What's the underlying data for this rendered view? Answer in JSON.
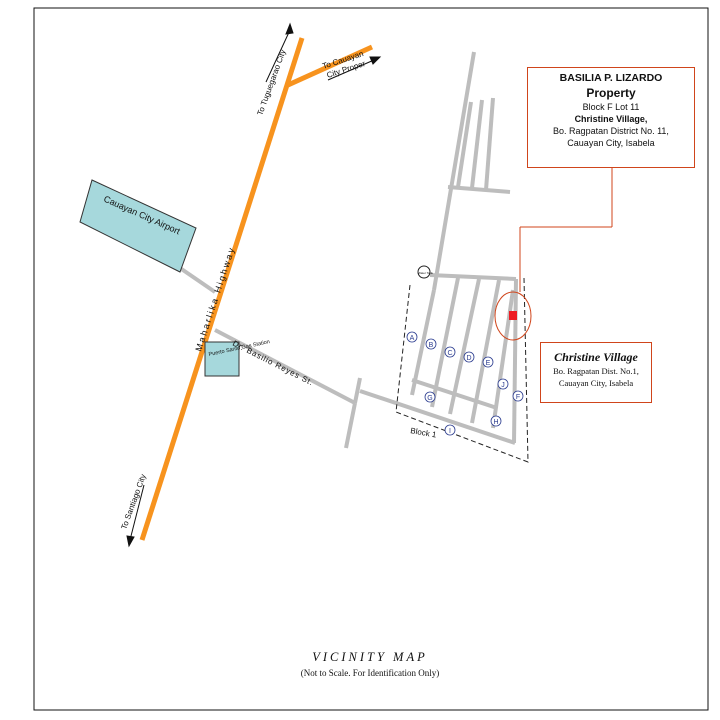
{
  "property_box": {
    "owner": "BASILIA P. LIZARDO",
    "heading": "Property",
    "lot": "Block F Lot 11",
    "village": "Christine Village,",
    "address_line1": "Bo. Ragpatan District No. 11,",
    "address_line2": "Cauayan City, Isabela"
  },
  "village_box": {
    "name": "Christine Village",
    "address_line1": "Bo. Ragpatan Dist. No.1,",
    "address_line2": "Cauayan City, Isabela"
  },
  "caption": {
    "title": "VICINITY MAP",
    "subtitle": "(Not to Scale. For Identification Only)"
  },
  "road_labels": {
    "highway": "Maharlika Highway",
    "to_tuguegarao": "To Tuguegarao City",
    "to_cauayan": "To Cauayan City Proper",
    "to_santiago": "To Santiago City",
    "street": "Dr. Basilio Reyes St."
  },
  "places": {
    "airport": "Cauayan City Airport",
    "gas_station": "Puerto Santo Gas Station",
    "water_tank": "Water Tank",
    "block": "Block 1"
  },
  "block_markers": [
    "A",
    "B",
    "C",
    "D",
    "E",
    "F",
    "G",
    "H",
    "I",
    "J"
  ],
  "colors": {
    "highway": "#f7931e",
    "side_roads": "#bdbdbd",
    "buildings": "#a6d8dc",
    "property_marker": "#ee1c24",
    "callout_line": "#d0451b"
  }
}
